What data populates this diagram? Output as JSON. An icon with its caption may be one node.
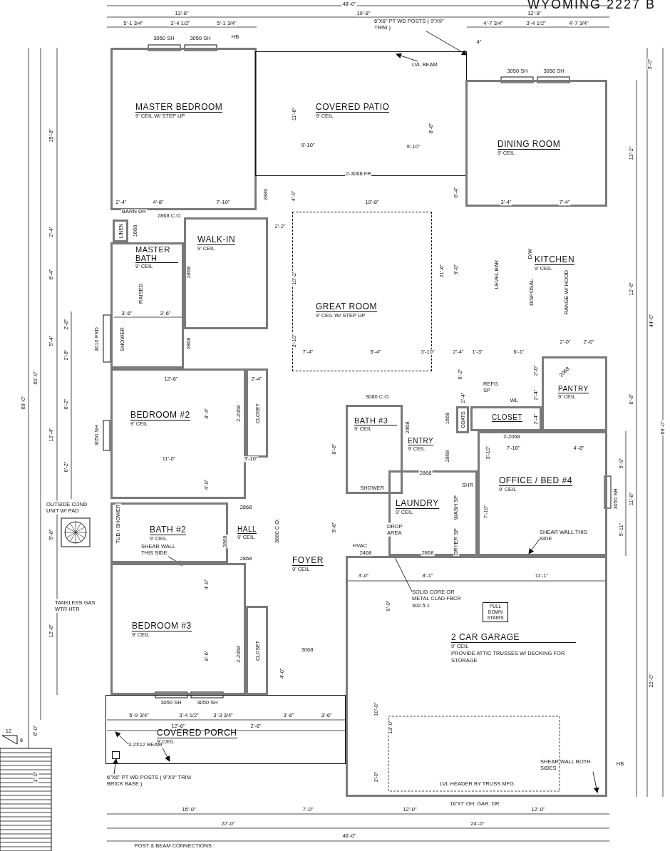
{
  "diagram": {
    "title": "WYOMING 2227 B",
    "nodes": [
      {
        "text": [
          "6\"X6\" PT WD POSTS ( 9\"X9\" TRIM )"
        ]
      },
      {
        "text": [
          "LVL BEAM"
        ],
        "in": 3
      },
      {
        "text": [
          "MASTER BEDROOM",
          "9' CEIL W/ STEP UP"
        ]
      },
      {
        "text": [
          "COVERED PATIO",
          "9' CEIL"
        ]
      },
      {
        "text": [
          "DINING ROOM",
          "9' CEIL"
        ]
      },
      {
        "text": [
          "LINEN"
        ]
      },
      {
        "text": [
          "MASTER BATH",
          "9' CEIL"
        ]
      },
      {
        "text": [
          "WALK-IN",
          "9' CEIL"
        ]
      },
      {
        "text": [
          "GREAT ROOM",
          "9' CEIL W/ STEP UP"
        ]
      },
      {
        "text": [
          "KITCHEN",
          "9' CEIL"
        ]
      },
      {
        "text": [
          "PANTRY",
          "9' CEIL"
        ]
      },
      {
        "text": [
          "BEDROOM #2",
          "9' CEIL"
        ]
      },
      {
        "text": [
          "CLOSET"
        ]
      },
      {
        "text": [
          "BATH #3",
          "9' CEIL"
        ]
      },
      {
        "text": [
          "ENTRY",
          "9' CEIL"
        ]
      },
      {
        "text": [
          "COATS"
        ]
      },
      {
        "text": [
          "CLOSET"
        ]
      },
      {
        "text": [
          "OFFICE / BED #4",
          "9' CEIL"
        ]
      },
      {
        "text": [
          "SHEAR WALL THIS SIDE"
        ],
        "in": 17
      },
      {
        "text": [
          "BATH #2",
          "9' CEIL"
        ]
      },
      {
        "text": [
          "SHEAR WALL THIS SIDE"
        ],
        "in": 19
      },
      {
        "text": [
          "HALL",
          "9' CEIL"
        ]
      },
      {
        "text": [
          "LAUNDRY",
          "9' CEIL"
        ]
      },
      {
        "text": [
          "FOYER",
          "9' CEIL"
        ]
      },
      {
        "text": [
          "BEDROOM #3",
          "9' CEIL"
        ]
      },
      {
        "text": [
          "CLOSET"
        ]
      },
      {
        "text": [
          "2 CAR GARAGE",
          "9' CEIL",
          "PROVIDE ATTIC TRUSSES W/ DECKING FOR STORAGE"
        ]
      },
      {
        "text": [
          "SOLID CORE OR METAL CLAD FBCR 302.5.1"
        ],
        "in": 26
      },
      {
        "text": [
          "PULL DOWN STAIRS"
        ],
        "in": 26
      },
      {
        "text": [
          "COVERED PORCH",
          "9' CEIL"
        ]
      },
      {
        "text": [
          "3-2X12 BEAM"
        ],
        "in": 29
      },
      {
        "text": [
          "6\"X6\" PT WD POSTS ( 9\"X9\" TRIM BRICK BASE )"
        ]
      },
      {
        "text": [
          "SHEAR WALL BOTH SIDES"
        ],
        "in": 26
      },
      {
        "text": [],
        "shape": "box",
        "in": 29
      }
    ],
    "edges": [
      {
        "from": 0,
        "to": 3,
        "arrow": "to"
      },
      {
        "from": 1,
        "to": null,
        "arrow": "to"
      },
      {
        "from": 18,
        "to": null,
        "arrow": "to"
      },
      {
        "from": 20,
        "to": null,
        "arrow": "to"
      },
      {
        "from": 27,
        "to": 22,
        "arrow": "none"
      },
      {
        "from": 30,
        "to": null,
        "arrow": "to"
      },
      {
        "from": 30,
        "to": null,
        "arrow": "to"
      },
      {
        "from": 31,
        "to": 33,
        "arrow": "to"
      },
      {
        "from": 32,
        "to": null,
        "arrow": "to"
      }
    ],
    "labels": [
      "48'-0\"",
      "13'-8\"",
      "19'-8\"",
      "12'-8\"",
      "5'-1 3/4\"",
      "3'-4 1/2\"",
      "5'-1 3/4\"",
      "4'-7 3/4\"",
      "3'-4 1/2\"",
      "4'-7 3/4\"",
      "3050 SH",
      "3050 SH",
      "HB",
      "4\"",
      "3'-0\"",
      "3050 SH",
      "3050 SH",
      "11'-6\"",
      "8'-6\"",
      "15'-8\"",
      "9'-10\"",
      "9'-10\"",
      "13'-2\"",
      "2-3068 FR",
      "2880",
      "4'-0\"",
      "6'-4\"",
      "2'-4\"",
      "4'-8\"",
      "7'-10\"",
      "10'-8\"",
      "3'-4\"",
      "7'-4\"",
      "BARN DR",
      "2868 C.O.",
      "2'-4\"",
      "1668",
      "2'-2\"",
      "D/W",
      "6'-4\"",
      "2868",
      "10'-2\"",
      "21'-6\"",
      "9'-0\"",
      "LEVEL BAR",
      "RAISED",
      "DISPOSAL",
      "RANGE W/ HOOD",
      "12'-6\"",
      "3'-6\"",
      "3'-6\"",
      "2'-8\"",
      "44'-0\"",
      "5'-4\"",
      "4010 FXD",
      "SHOWER",
      "2868",
      "3'-10\"",
      "2'-0\"",
      "2'-6\"",
      "2'-8\"",
      "7'-4\"",
      "5'-4\"",
      "3'-10\"",
      "2'-4\"",
      "1'-3\"",
      "6'-1\"",
      "60'-0\"",
      "12'-6\"",
      "2'-4\"",
      "6'-2\"",
      "2'-0\"",
      "2068",
      "69'-0\"",
      "6'-2\"",
      "3080 C.O.",
      "2'-4\"",
      "REFG SP",
      "WL",
      "2'-4\"",
      "6'-8\"",
      "12'-4\"",
      "3050 SH",
      "8'-4\"",
      "2-2068",
      "2468",
      "1668",
      "2-2068",
      "2'-4\"",
      "69'-0\"",
      "11'-0\"",
      "3'-10\"",
      "8'-6\"",
      "2868",
      "3'-10\"",
      "7'-10\"",
      "4'-8\"",
      "6'-2\"",
      "5'-9\"",
      "2868",
      "4'-0\"",
      "SHOWER",
      "SHR",
      "3050 SH",
      "11'-8\"",
      "OUTSIDE COND UNIT W/ PAD",
      "2868",
      "WASH SP",
      "7'-10\"",
      "5'-8\"",
      "TUB / SHOWER",
      "3680 C.O.",
      "5'-6\"",
      "DROP AREA",
      "5'-11\"",
      "2868",
      "HVAC",
      "DRYER SP",
      "2868",
      "2468",
      "2868",
      "3'-0\"",
      "8'-1\"",
      "11'-1\"",
      "4'-0\"",
      "TANKLESS GAS WTR HTR",
      "9'-0\"",
      "12'-8\"",
      "8'-6\"",
      "2-2068",
      "3068",
      "4'-0\"",
      "22'-0\"",
      "3050 SH",
      "3050 SH",
      "10'-0\"",
      "5'-9 3/4\"",
      "3'-4 1/2\"",
      "3'-3 3/4\"",
      "3'-6\"",
      "3'-6\"",
      "12",
      "6'-0\"",
      "12'-6\"",
      "2'-6\"",
      "13'-0\"",
      "6",
      "HB",
      "3'-0\"",
      "3'-0\"",
      "LVL HEADER BY TRUSS MFG.",
      "16'X7' OH. GAR. DR.",
      "15'-0\"",
      "7'-0\"",
      "12'-0\"",
      "12'-0\"",
      "22'-0\"",
      "24'-0\"",
      "46'-0\"",
      "POST & BEAM CONNECTIONS :"
    ]
  }
}
